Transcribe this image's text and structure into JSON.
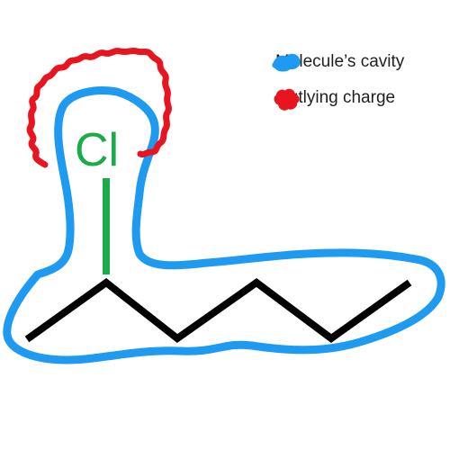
{
  "diagram": {
    "atom_label": "Cl",
    "colors": {
      "cavity": "#1e9bf0",
      "charge": "#e8141f",
      "bond": "#1aab4b",
      "chain": "#000000",
      "atom_label": "#1aab4b"
    }
  },
  "legend": {
    "items": [
      {
        "label": "Molecule’s cavity",
        "color": "#1e9bf0"
      },
      {
        "label": "Outlying charge",
        "color": "#e8141f"
      }
    ]
  }
}
